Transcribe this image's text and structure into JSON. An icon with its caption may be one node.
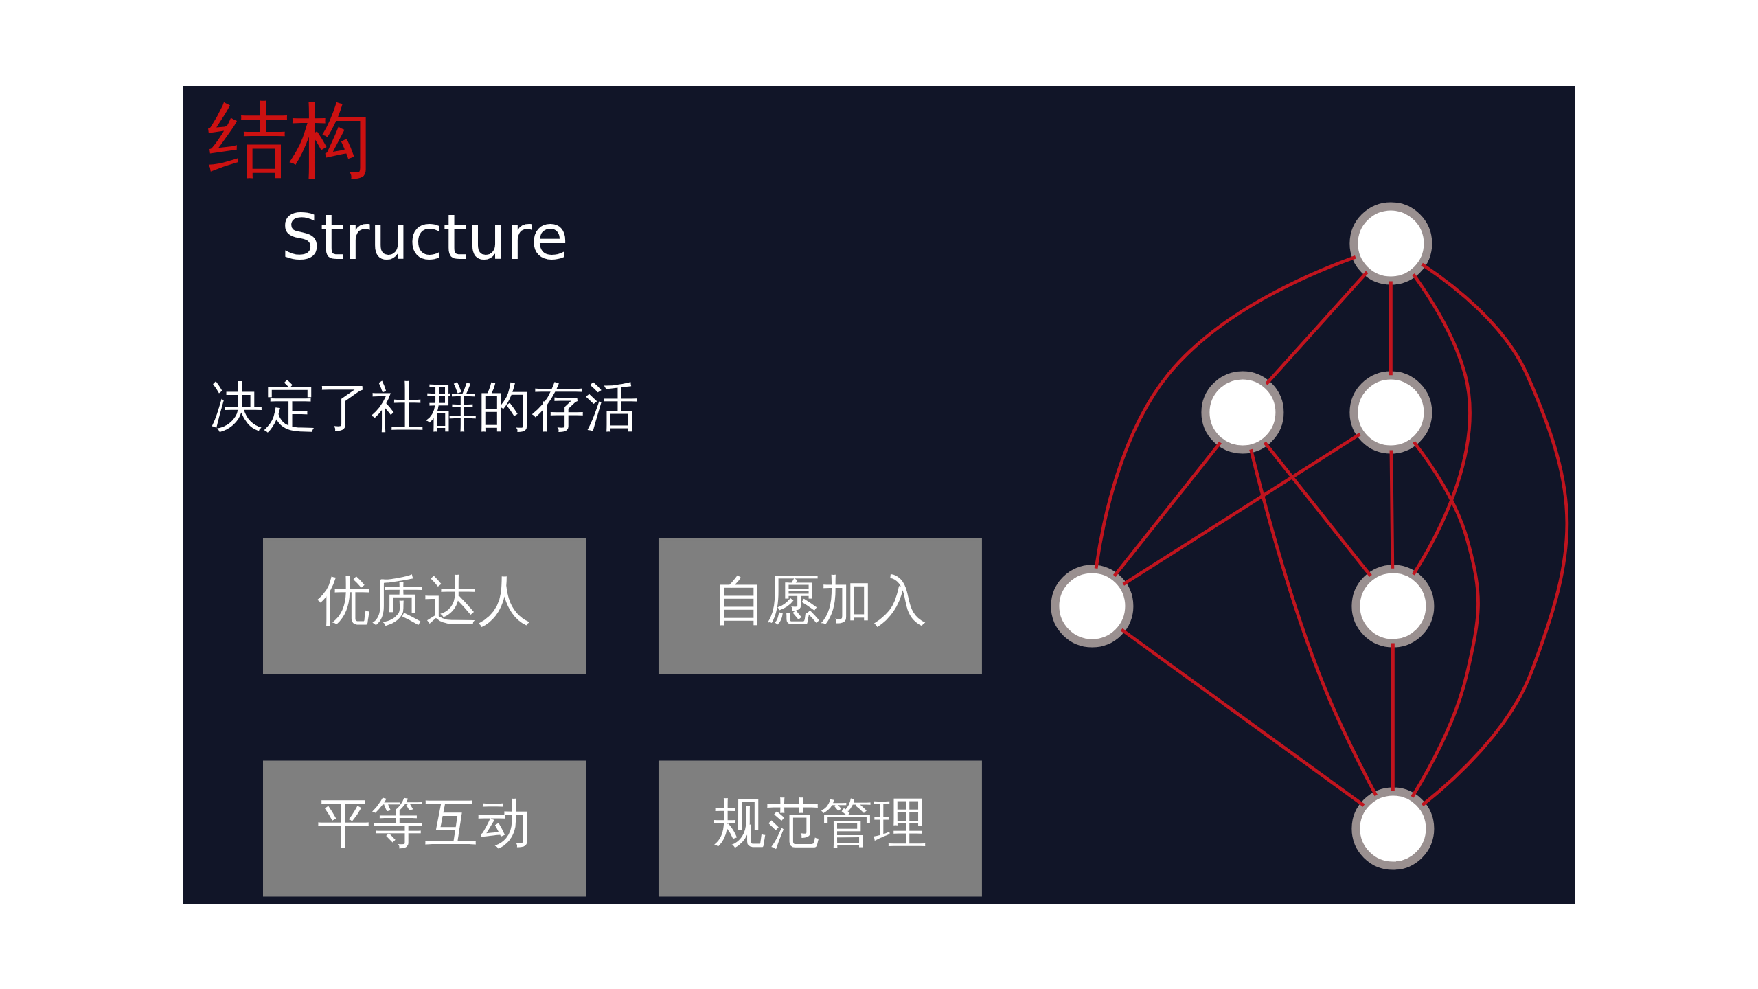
{
  "diagram": {
    "title": "结构",
    "nodes": [
      {
        "text": [
          "优质达人"
        ]
      },
      {
        "text": [
          "自愿加入"
        ]
      },
      {
        "text": [
          "平等互动"
        ]
      },
      {
        "text": [
          "规范管理"
        ]
      },
      {
        "text": [],
        "shape": "circle"
      },
      {
        "text": [],
        "shape": "circle"
      },
      {
        "text": [],
        "shape": "circle"
      },
      {
        "text": [],
        "shape": "circle"
      },
      {
        "text": [],
        "shape": "circle"
      },
      {
        "text": [],
        "shape": "circle"
      }
    ],
    "edges": [
      {
        "from": 4,
        "to": 5,
        "arrow": "none"
      },
      {
        "from": 4,
        "to": 7,
        "arrow": "none"
      },
      {
        "from": 4,
        "to": 8,
        "arrow": "none"
      },
      {
        "from": 4,
        "to": 9,
        "arrow": "none"
      },
      {
        "from": 4,
        "to": 6,
        "arrow": "none"
      },
      {
        "from": 5,
        "to": 8,
        "arrow": "none"
      },
      {
        "from": 5,
        "to": 9,
        "arrow": "none"
      },
      {
        "from": 5,
        "to": 6,
        "arrow": "none"
      },
      {
        "from": 7,
        "to": 6,
        "arrow": "none"
      },
      {
        "from": 7,
        "to": 8,
        "arrow": "none"
      },
      {
        "from": 7,
        "to": 9,
        "arrow": "none"
      },
      {
        "from": 8,
        "to": 9,
        "arrow": "none"
      },
      {
        "from": 6,
        "to": 9,
        "arrow": "none"
      }
    ],
    "labels": [
      "Structure",
      "决定了社群的存活"
    ]
  }
}
